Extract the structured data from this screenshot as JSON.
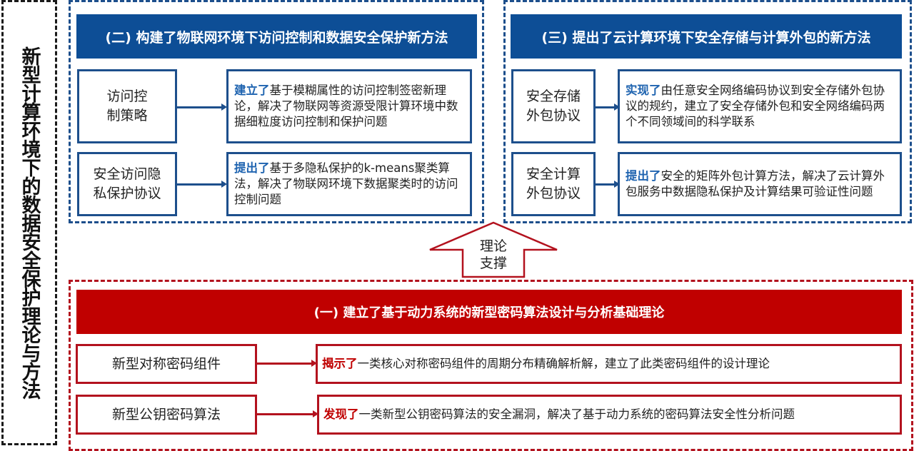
{
  "side_title": "新型计算环境下的数据安全保护理论与方法",
  "section2": {
    "title": "(二) 构建了物联网环境下访问控制和数据安全保护新方法",
    "rows": [
      {
        "label_line1": "访问控",
        "label_line2": "制策略",
        "keyword": "建立了",
        "text": "基于模糊属性的访问控制签密新理论，解决了物联网等资源受限计算环境中数据细粒度访问控制和保护问题"
      },
      {
        "label_line1": "安全访问隐",
        "label_line2": "私保护协议",
        "keyword": "提出了",
        "text": "基于多隐私保护的k-means聚类算法，解决了物联网环境下数据聚类时的访问控制问题"
      }
    ]
  },
  "section3": {
    "title": "(三) 提出了云计算环境下安全存储与计算外包的新方法",
    "rows": [
      {
        "label_line1": "安全存储",
        "label_line2": "外包协议",
        "keyword": "实现了",
        "text": "由任意安全网络编码协议到安全存储外包协议的规约，建立了安全存储外包和安全网络编码两个不同领域间的科学联系"
      },
      {
        "label_line1": "安全计算",
        "label_line2": "外包协议",
        "keyword": "提出了",
        "text": "安全的矩阵外包计算方法，解决了云计算外包服务中数据隐私保护及计算结果可验证性问题"
      }
    ]
  },
  "support_arrow": {
    "line1": "理论",
    "line2": "支撑"
  },
  "section1": {
    "title": "(一) 建立了基于动力系统的新型密码算法设计与分析基础理论",
    "rows": [
      {
        "label": "新型对称密码组件",
        "keyword": "揭示了",
        "text": "一类核心对称密码组件的周期分布精确解析解，建立了此类密码组件的设计理论"
      },
      {
        "label": "新型公钥密码算法",
        "keyword": "发现了",
        "text": "一类新型公钥密码算法的安全漏洞，解决了基于动力系统的密码算法安全性分析问题"
      }
    ]
  },
  "colors": {
    "blue_header": "#0d4e96",
    "blue_border": "#1d4f8c",
    "blue_keyword": "#1f64b0",
    "red_header": "#c00000",
    "red_border": "#b3121e"
  }
}
